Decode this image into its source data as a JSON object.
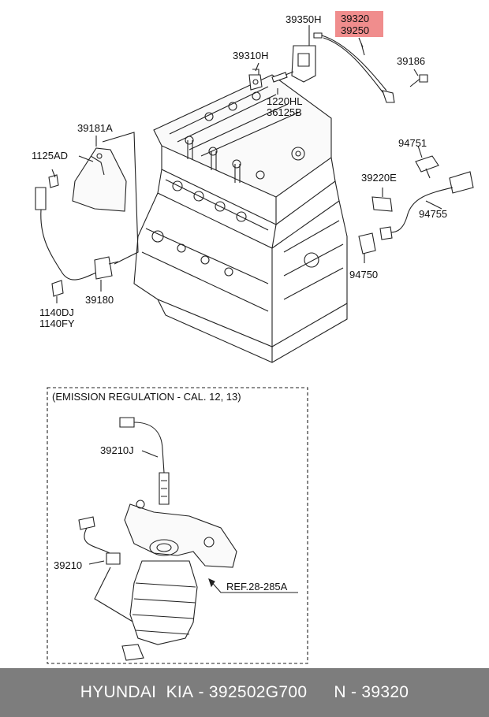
{
  "labels": {
    "p39350H": "39350H",
    "p39320": "39320",
    "p39250": "39250",
    "p39310H": "39310H",
    "p39186": "39186",
    "p1220HL": "1220HL",
    "p36125B": "36125B",
    "p39181A": "39181A",
    "p1125AD": "1125AD",
    "p94751": "94751",
    "p39220E": "39220E",
    "p94755": "94755",
    "p94750": "94750",
    "p39180": "39180",
    "p1140DJ": "1140DJ",
    "p1140FY": "1140FY",
    "p39210J": "39210J",
    "p39210": "39210",
    "ref": "REF.28-285A"
  },
  "emission_box": {
    "title": "(EMISSION REGULATION -  CAL. 12, 13)"
  },
  "colors": {
    "highlight": "#f08d8d",
    "footer_bg": "#7d7d7d",
    "line": "#222222"
  },
  "footer": {
    "brand": "HYUNDAI  KIA",
    "part_number": "392502G700",
    "position": "N - 39320",
    "separator": " - "
  }
}
